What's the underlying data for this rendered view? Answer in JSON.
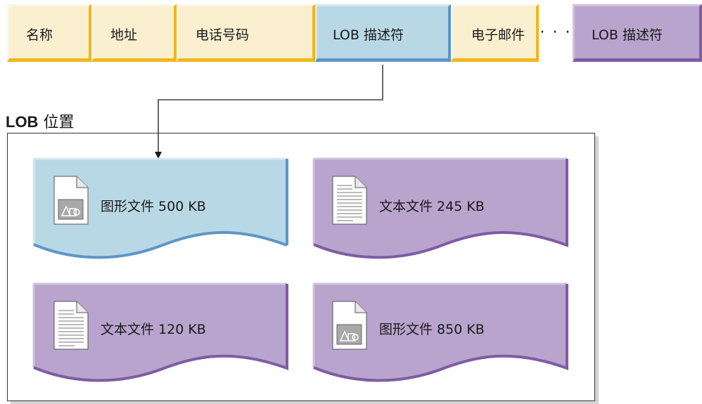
{
  "record": {
    "fields": [
      {
        "label": "名称",
        "color": "yellow"
      },
      {
        "label": "地址",
        "color": "yellow"
      },
      {
        "label": "电话号码",
        "color": "yellow"
      },
      {
        "label": "LOB 描述符",
        "color": "blue"
      },
      {
        "label": "电子邮件",
        "color": "yellow"
      }
    ],
    "ellipsis": "· · ·",
    "last_field": {
      "label": "LOB 描述符",
      "color": "purple"
    }
  },
  "lob_location": {
    "title_bold": "LOB",
    "title_rest": " 位置",
    "files": [
      {
        "label": "图形文件 500 KB",
        "icon": "image-file-icon",
        "color": "blue"
      },
      {
        "label": "文本文件 245 KB",
        "icon": "text-file-icon",
        "color": "purple"
      },
      {
        "label": "文本文件 120 KB",
        "icon": "text-file-icon",
        "color": "purple"
      },
      {
        "label": "图形文件 850 KB",
        "icon": "image-file-icon",
        "color": "purple"
      }
    ]
  },
  "colors": {
    "yellow_fill": "#faefcf",
    "yellow_edge": "#f0b71c",
    "blue_fill": "#b9d8e6",
    "blue_edge": "#5e96c8",
    "purple_fill": "#b8a4cd",
    "purple_edge": "#7e5ca3"
  }
}
